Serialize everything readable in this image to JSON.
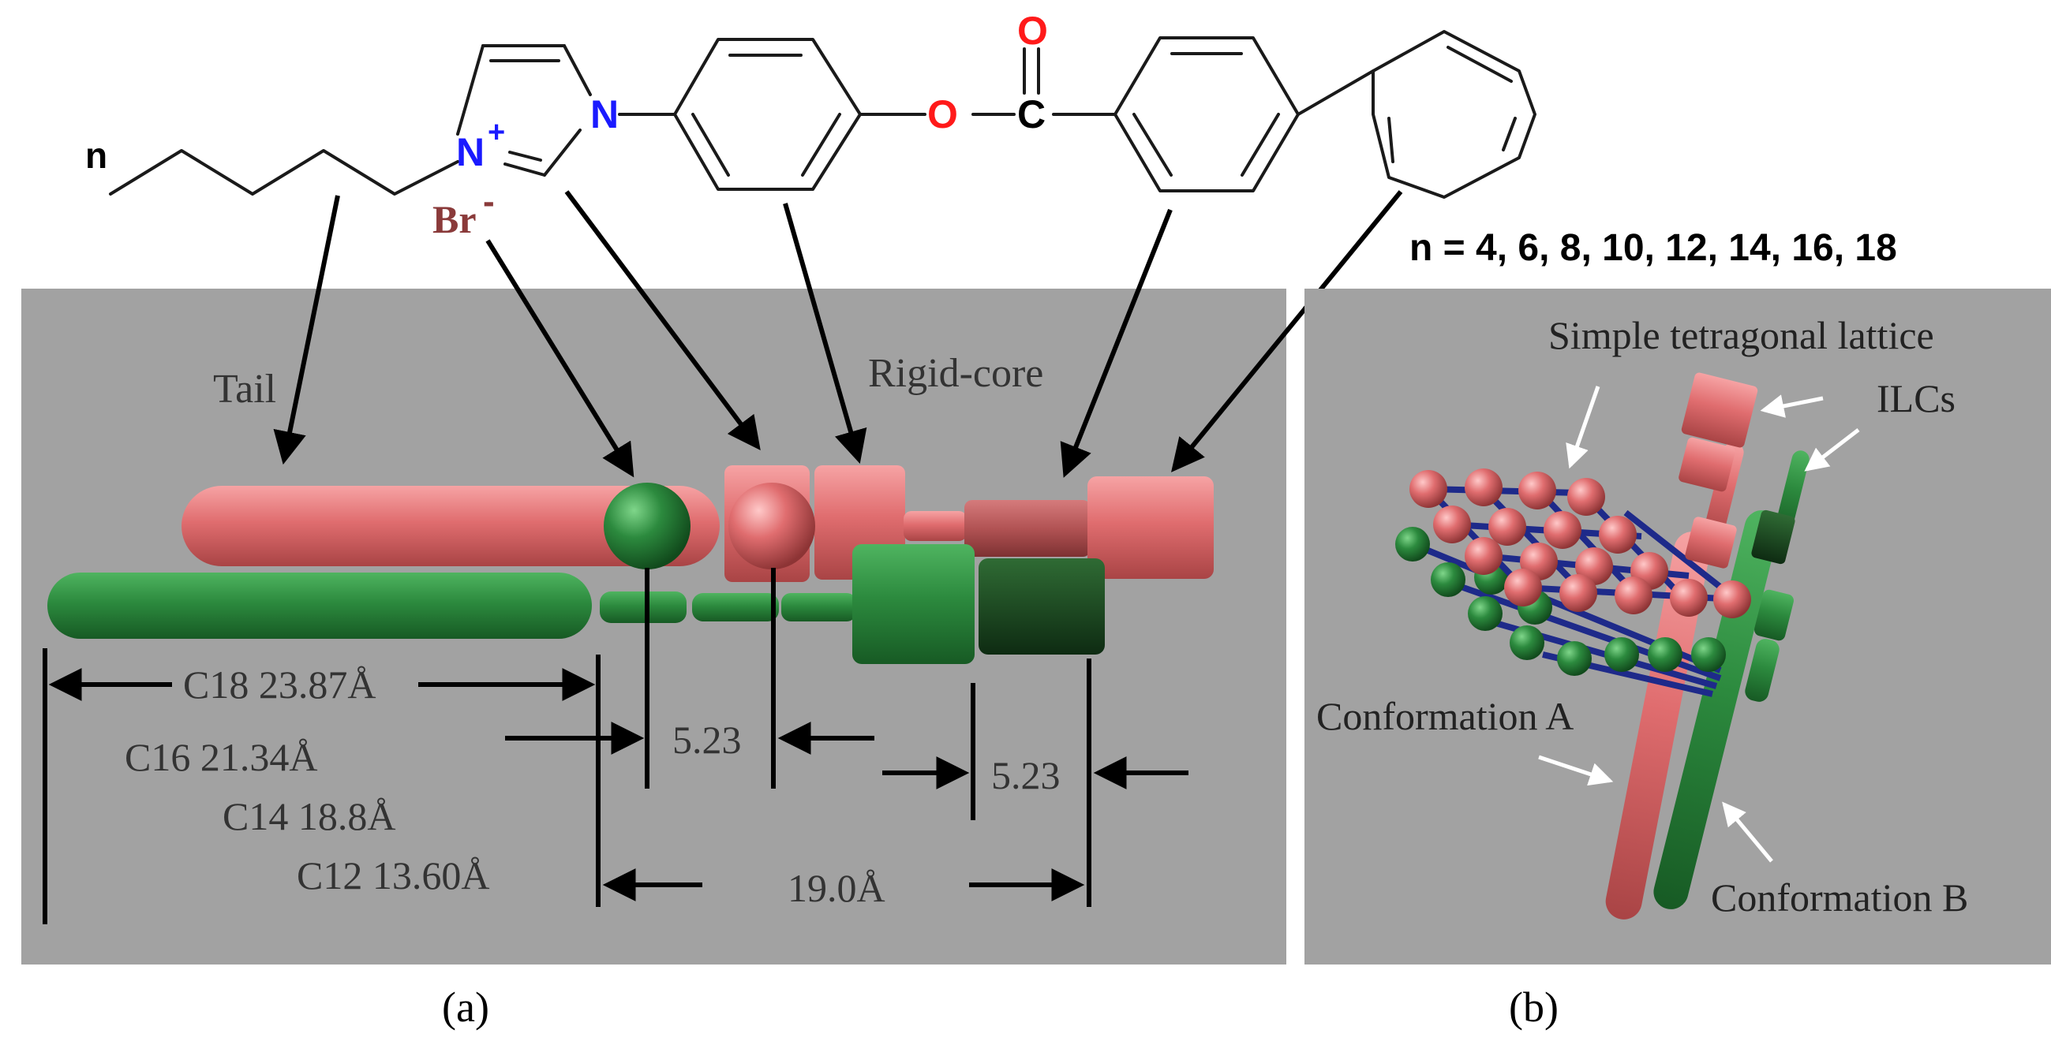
{
  "colors": {
    "panel": "#a2a2a2",
    "red_molecule": "#e06d6f",
    "green_molecule": "#2c8a3e",
    "nitrogen": "#1a1aff",
    "oxygen": "#ff1a1a",
    "bromide": "#8a3a3a",
    "bond_network": "#1e2a8a"
  },
  "structure": {
    "chain_label": "n",
    "n_label": "N",
    "n_plus_label": "N",
    "plus_sign": "+",
    "oxygen_label": "O",
    "carbonyl_o_label": "O",
    "carbon_label": "C",
    "bromide_label": "Br",
    "bromide_charge": "-",
    "n_values": "n = 4, 6, 8, 10, 12, 14, 16, 18"
  },
  "panel_a": {
    "tail_label": "Tail",
    "rigid_core_label": "Rigid-core",
    "dim_c18": "C18 23.87Å",
    "dim_c16": "C16 21.34Å",
    "dim_c14": "C14 18.8Å",
    "dim_c12": "C12 13.60Å",
    "dim_head": "5.23",
    "dim_core": "5.23",
    "dim_19": "19.0Å",
    "caption": "(a)"
  },
  "panel_b": {
    "lattice_label": "Simple tetragonal lattice",
    "ilcs_label": "ILCs",
    "conf_a_label": "Conformation A",
    "conf_b_label": "Conformation B",
    "caption": "(b)"
  }
}
